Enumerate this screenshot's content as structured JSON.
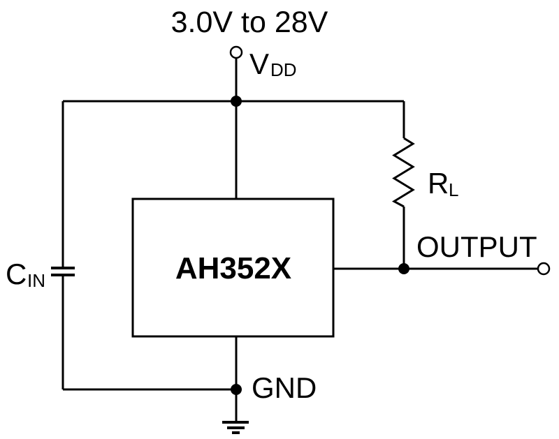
{
  "schematic": {
    "supply_label": "3.0V to 28V",
    "ic_label": "AH352X",
    "output_label": "OUTPUT",
    "gnd_label": "GND",
    "labels": {
      "vdd": {
        "main": "V",
        "sub": "DD"
      },
      "cin": {
        "main": "C",
        "sub": "IN"
      },
      "rl": {
        "main": "R",
        "sub": "L"
      }
    },
    "colors": {
      "wire": "#000000",
      "text": "#000000",
      "background": "#ffffff",
      "ic_fill": "#ffffff"
    }
  }
}
